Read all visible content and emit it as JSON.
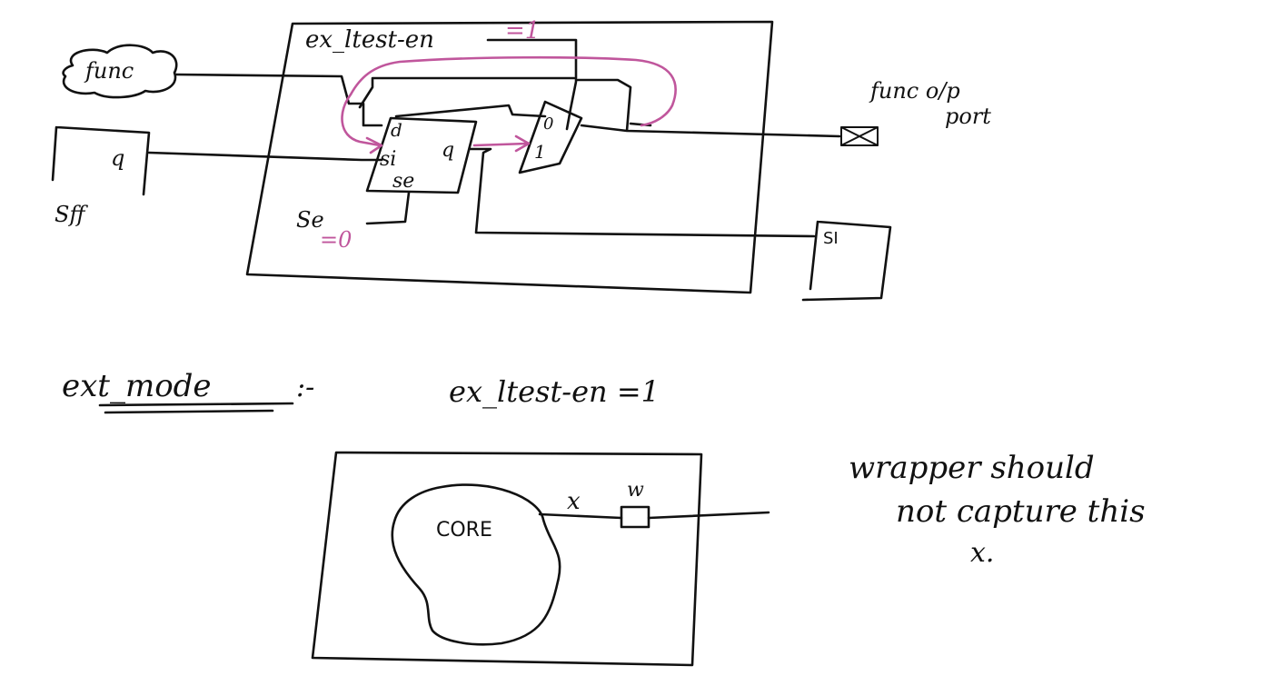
{
  "top_diagram": {
    "ex_test_en_label": "ex_ltest-en",
    "ex_test_en_value": "=1",
    "func_label": "func",
    "sff_q_label": "q",
    "sff_name": "Sff",
    "cell_d_label": "d",
    "cell_si_label": "si",
    "cell_q_label": "q",
    "cell_se_label": "se",
    "se_label": "Se",
    "se_value": "=0",
    "mux_0_label": "0",
    "mux_1_label": "1",
    "func_op_label_line1": "func o/p",
    "func_op_label_line2": "port",
    "si_box_label": "SI"
  },
  "mode_line": {
    "ext_mode_label": "ext_mode",
    "ext_mode_suffix": ":-",
    "ex_test_en_eq": "ex_ltest-en =1"
  },
  "bottom_diagram": {
    "core_label": "CORE",
    "x_mark": "x",
    "w_label": "w"
  },
  "note": {
    "line1": "wrapper should",
    "line2": "not capture this",
    "line3": "x."
  },
  "colors": {
    "ink": "#111111",
    "highlight": "#c0569c"
  }
}
